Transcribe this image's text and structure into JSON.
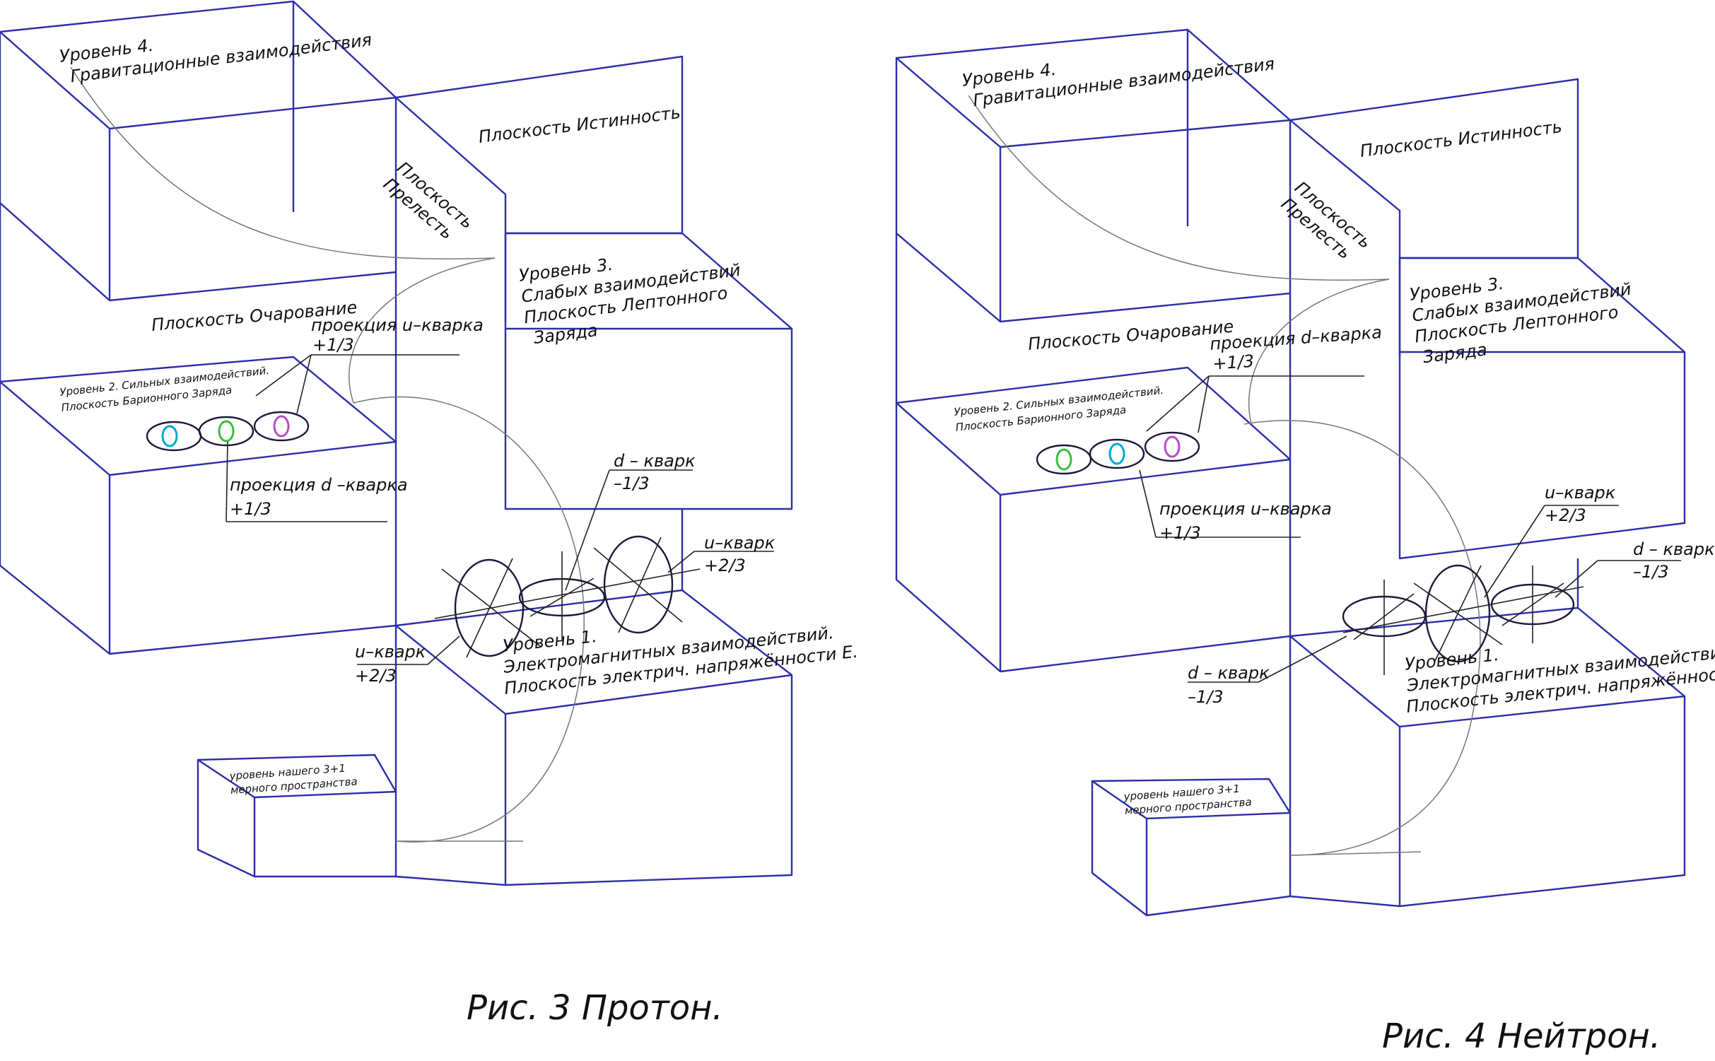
{
  "figures": [
    {
      "caption": "Рис. 3  Протон.",
      "level4": [
        "Уровень 4.",
        "Гравитационные  взаимодействия"
      ],
      "truth": "Плоскость Истинность",
      "beauty": [
        "Плоскость",
        "Прелесть"
      ],
      "level3": [
        "Уровень 3.",
        "Слабых  взаимодействий",
        "Плоскость  Лептонного",
        "Заряда"
      ],
      "charm": "Плоскость  Очарование",
      "level2": [
        "Уровень 2.  Сильных  взаимодействий.",
        "Плоскость  Барионного  Заряда"
      ],
      "proj_top": [
        "проекция u–кварка",
        "+1/3"
      ],
      "proj_bottom": [
        "проекция d –кварка",
        "+1/3"
      ],
      "q_a": [
        "d – кварк",
        "–1/3"
      ],
      "q_b": [
        "u–кварк",
        "+2/3"
      ],
      "q_c": [
        "u–кварк",
        "+2/3"
      ],
      "level1": [
        "Уровень 1.",
        "Электромагнитных  взаимодействий.",
        "Плоскость  электрич. напряжённости  E."
      ],
      "our": [
        "уровень  нашего 3+1",
        "мерного  пространства"
      ],
      "colors": [
        "#00a6d6",
        "#3cbf3c",
        "#b24fc4"
      ]
    },
    {
      "caption": "Рис. 4  Нейтрон.",
      "level4": [
        "Уровень 4.",
        "Гравитационные  взаимодействия"
      ],
      "truth": "Плоскость Истинность",
      "beauty": [
        "Плоскость",
        "Прелесть"
      ],
      "level3": [
        "Уровень 3.",
        "Слабых  взаимодействий",
        "Плоскость  Лептонного",
        "Заряда"
      ],
      "charm": "Плоскость  Очарование",
      "level2": [
        "Уровень 2.  Сильных  взаимодействий.",
        "Плоскость  Барионного  Заряда"
      ],
      "proj_top": [
        "проекция d–кварка",
        "+1/3"
      ],
      "proj_bottom": [
        "проекция u–кварка",
        "+1/3"
      ],
      "q_a": [
        "u–кварк",
        "+2/3"
      ],
      "q_b": [
        "d – кварк",
        "–1/3"
      ],
      "q_c": [
        "d – кварк",
        "–1/3"
      ],
      "level1": [
        "Уровень 1.",
        "Электромагнитных  взаимодействий.",
        "Плоскость  электрич. напряжённости E."
      ],
      "our": [
        "уровень  нашего 3+1",
        "мерного  пространства"
      ],
      "colors": [
        "#3cbf3c",
        "#00a6d6",
        "#b24fc4"
      ]
    }
  ]
}
